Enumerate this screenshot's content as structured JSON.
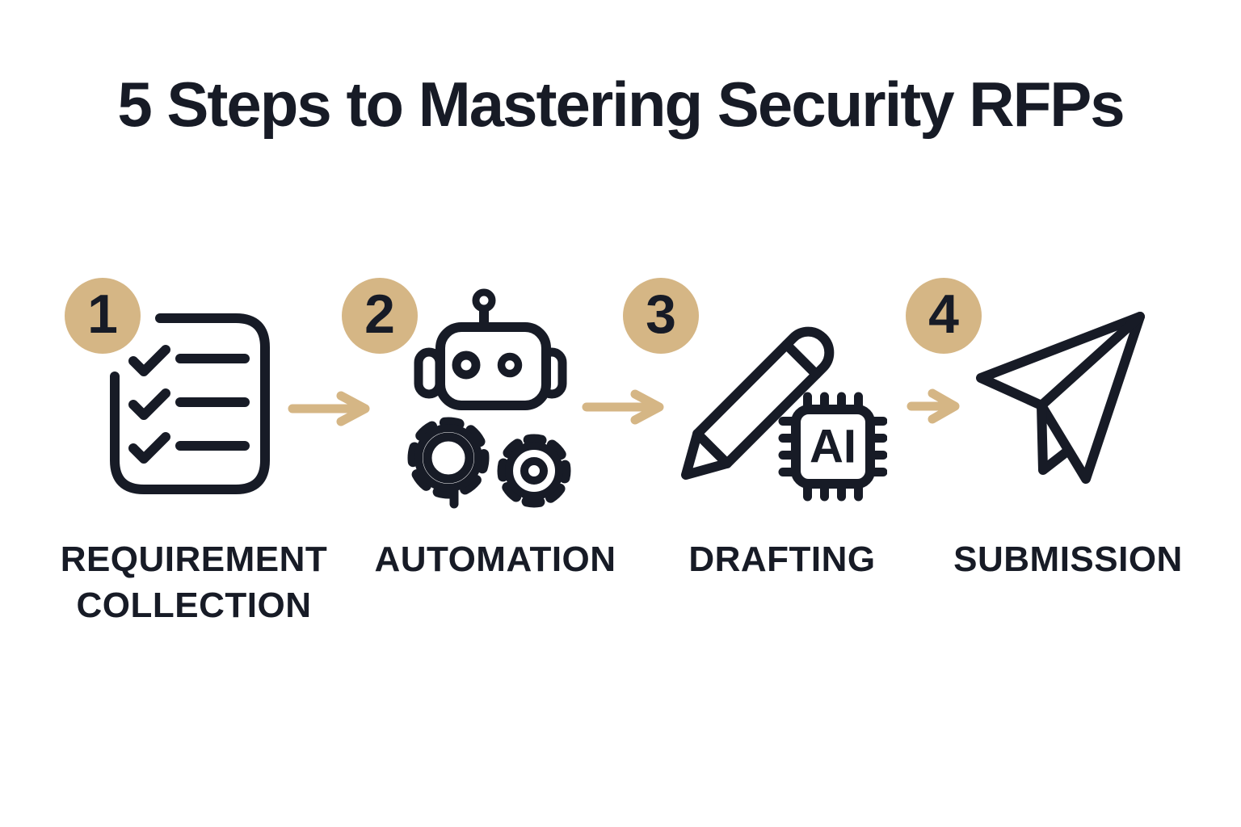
{
  "title": "5 Steps to Mastering Security RFPs",
  "colors": {
    "accent_tan": "#d5b685",
    "ink": "#171b26",
    "background": "#ffffff"
  },
  "steps": [
    {
      "number": "1",
      "label_line1": "REQUIREMENT",
      "label_line2": "COLLECTION",
      "icon": "checklist-document-icon"
    },
    {
      "number": "2",
      "label_line1": "AUTOMATION",
      "icon": "robot-gears-icon"
    },
    {
      "number": "3",
      "label_line1": "DRAFTING",
      "chip_label": "AI",
      "icon": "pencil-ai-chip-icon"
    },
    {
      "number": "4",
      "label_line1": "SUBMISSION",
      "icon": "paper-plane-icon"
    }
  ]
}
